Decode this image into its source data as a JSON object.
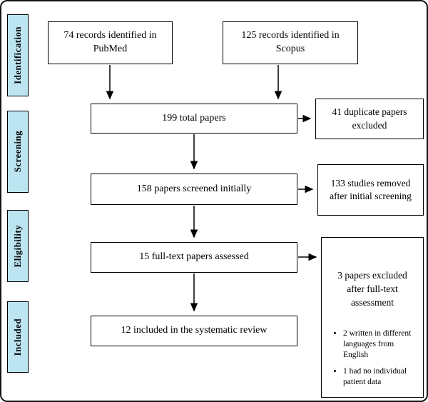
{
  "stages": [
    {
      "label": "Identification"
    },
    {
      "label": "Screening"
    },
    {
      "label": "Eligibility"
    },
    {
      "label": "Included"
    }
  ],
  "boxes": {
    "pubmed": {
      "text": "74 records identified in PubMed"
    },
    "scopus": {
      "text": "125 records identified in Scopus"
    },
    "total": {
      "text": "199 total papers"
    },
    "duplicates": {
      "text": "41 duplicate papers excluded"
    },
    "screened": {
      "text": "158 papers screened initially"
    },
    "removed": {
      "text": "133 studies removed after initial screening"
    },
    "fulltext": {
      "text": "15 full-text papers assessed"
    },
    "excluded": {
      "title": "3 papers excluded after full-text assessment",
      "bullets": [
        "2 written in different languages from English",
        "1 had no individual patient data"
      ]
    },
    "included": {
      "text": "12 included in the systematic review"
    }
  },
  "colors": {
    "stage_fill": "#BCE4F1",
    "box_border": "#000000"
  }
}
